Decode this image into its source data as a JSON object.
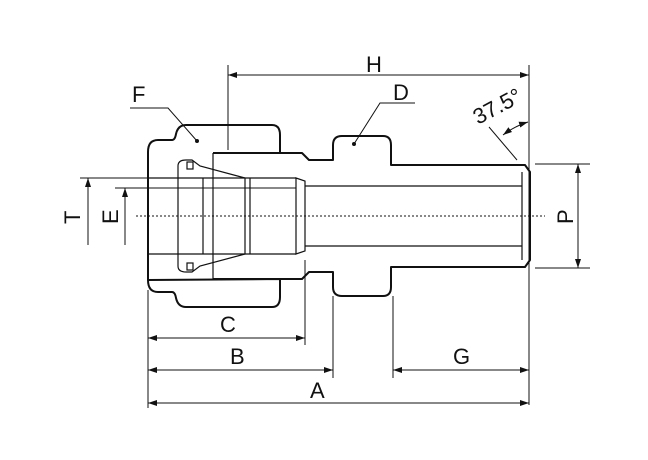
{
  "drawing": {
    "title": "Male connector fitting dimension drawing",
    "labels": {
      "A": "A",
      "B": "B",
      "C": "C",
      "D": "D",
      "E": "E",
      "F": "F",
      "G": "G",
      "H": "H",
      "P": "P",
      "T": "T"
    },
    "angle": "37.5°"
  }
}
